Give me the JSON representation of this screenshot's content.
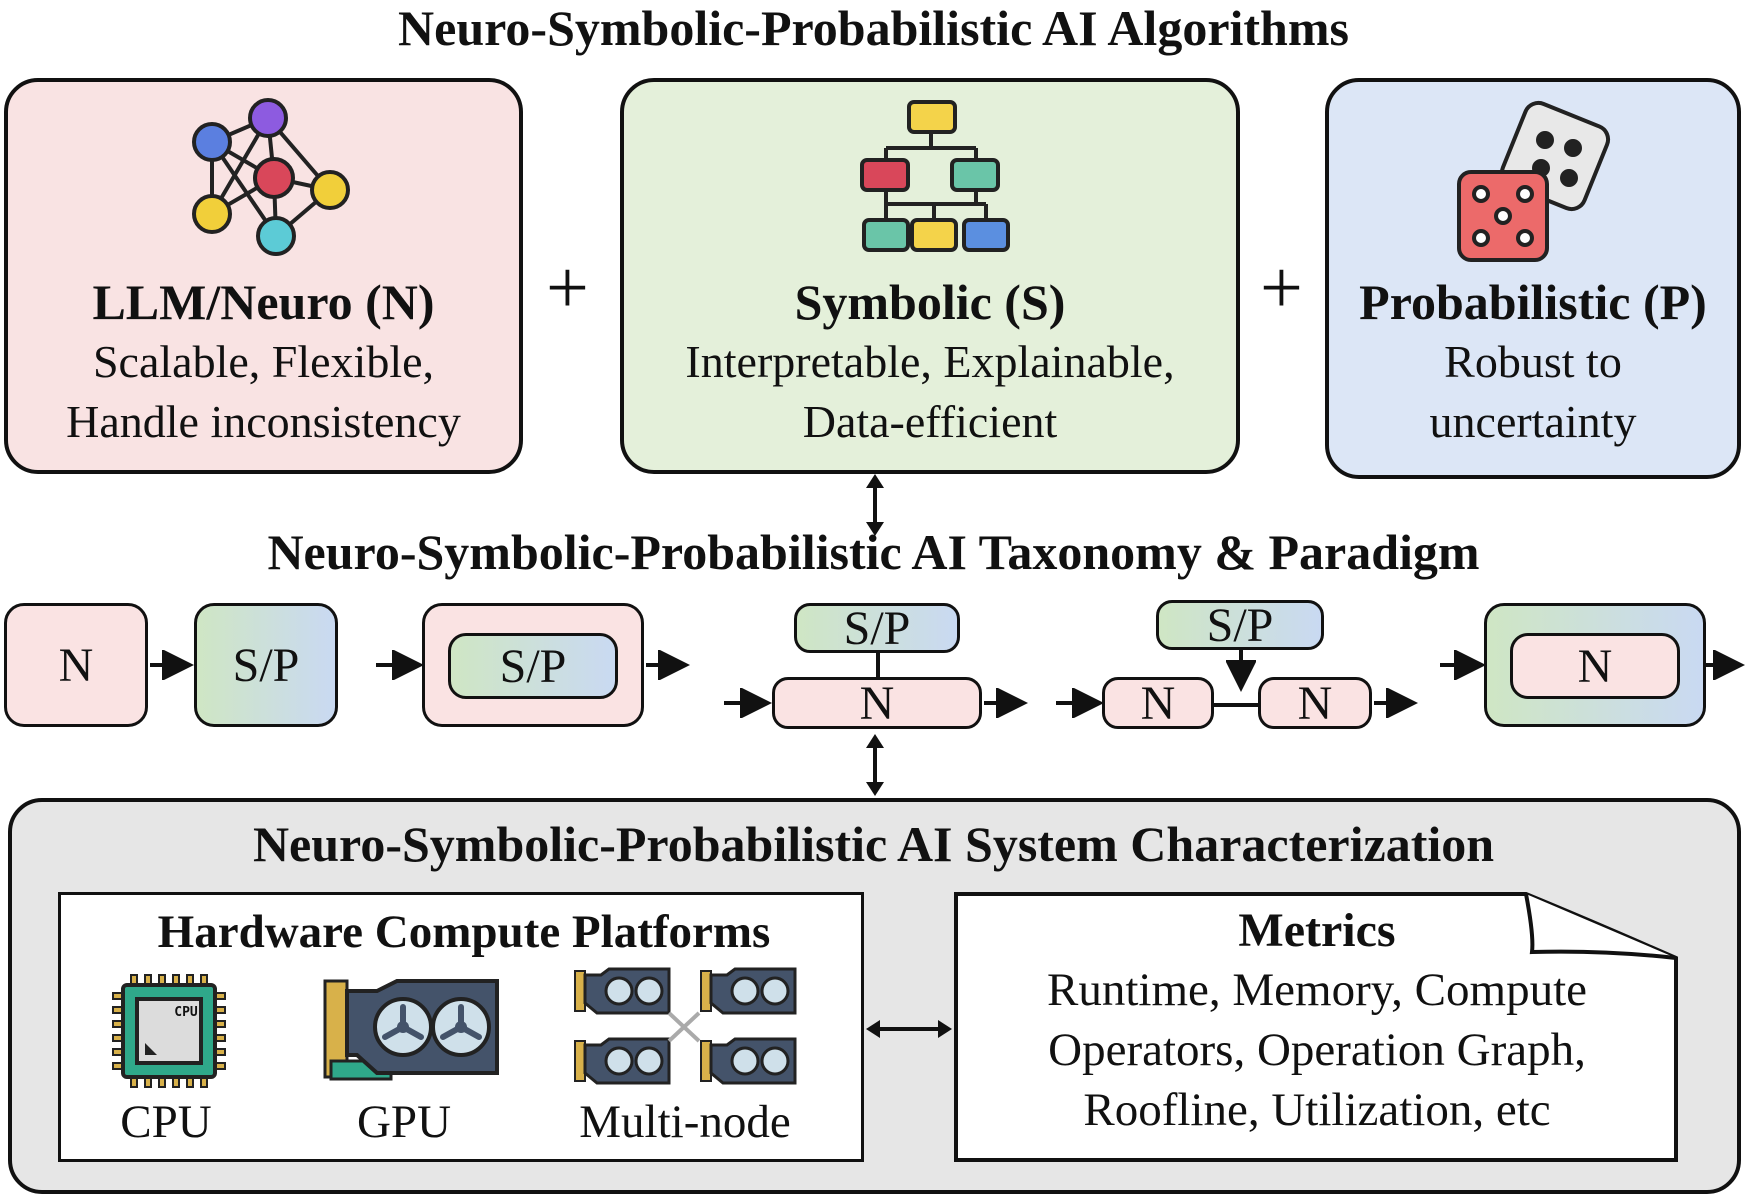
{
  "algorithms": {
    "title": "Neuro-Symbolic-Probabilistic AI Algorithms",
    "neuro": {
      "heading": "LLM/Neuro (N)",
      "line1": "Scalable, Flexible,",
      "line2": "Handle inconsistency",
      "icon": "neural-network-icon",
      "color": "#f9e3e3"
    },
    "symbolic": {
      "heading": "Symbolic (S)",
      "line1": "Interpretable, Explainable,",
      "line2": "Data-efficient",
      "icon": "hierarchy-tree-icon",
      "color": "#e4f0da"
    },
    "probabilistic": {
      "heading": "Probabilistic (P)",
      "line1": "Robust to",
      "line2": "uncertainty",
      "icon": "dice-icon",
      "color": "#dce6f6"
    },
    "plus1": "+",
    "plus2": "+"
  },
  "taxonomy": {
    "title": "Neuro-Symbolic-Probabilistic AI Taxonomy & Paradigm",
    "p1": {
      "a": "N",
      "b": "S/P"
    },
    "p2": {
      "inner": "S/P"
    },
    "p3": {
      "top": "S/P",
      "bottom": "N"
    },
    "p4": {
      "top": "S/P",
      "left": "N",
      "right": "N"
    },
    "p5": {
      "inner": "N"
    }
  },
  "system": {
    "title": "Neuro-Symbolic-Probabilistic AI System Characterization",
    "hardware": {
      "title": "Hardware Compute Platforms",
      "cpu": "CPU",
      "gpu": "GPU",
      "multinode": "Multi-node",
      "cpu_chip_text": "CPU"
    },
    "metrics": {
      "title": "Metrics",
      "line1": "Runtime, Memory, Compute",
      "line2": "Operators, Operation Graph,",
      "line3": "Roofline, Utilization, etc"
    },
    "background": "#e6e6e6"
  }
}
